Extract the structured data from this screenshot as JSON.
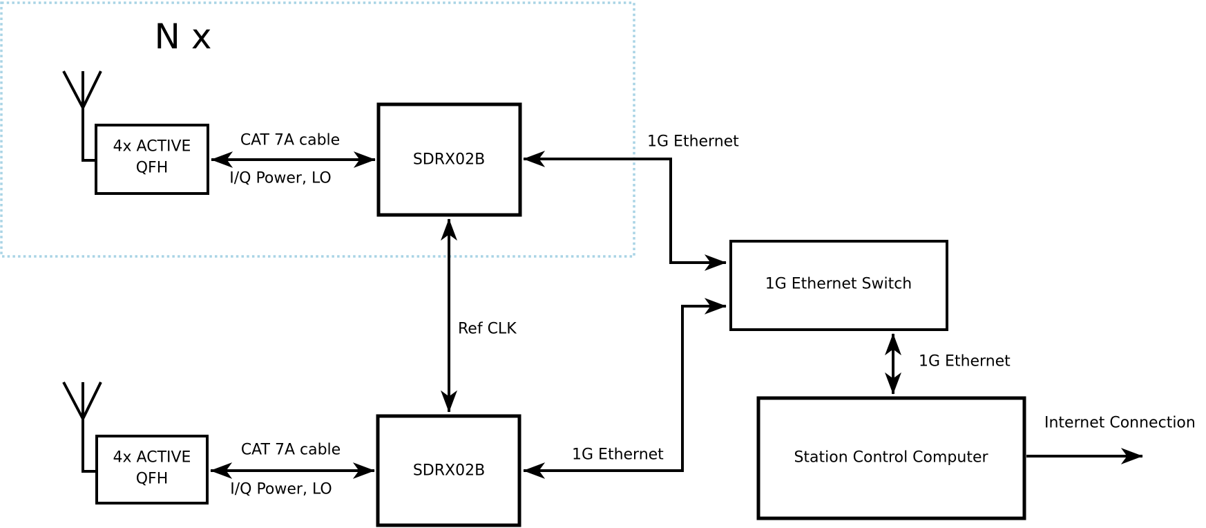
{
  "diagram": {
    "colors": {
      "group_border": "#a9d4e5",
      "group_label": "#b4daea",
      "line": "#000000",
      "background": "#ffffff"
    },
    "group": {
      "label": "N x"
    },
    "nodes": {
      "qfh_top": {
        "line1": "4x ACTIVE",
        "line2": "QFH"
      },
      "sdrx_top": {
        "label": "SDRX02B"
      },
      "qfh_bottom": {
        "line1": "4x ACTIVE",
        "line2": "QFH"
      },
      "sdrx_bottom": {
        "label": "SDRX02B"
      },
      "ethernet_switch": {
        "label": "1G Ethernet Switch"
      },
      "station_computer": {
        "label": "Station Control Computer"
      }
    },
    "edges": {
      "cat7a_top": {
        "above": "CAT 7A cable",
        "below": "I/Q Power, LO"
      },
      "cat7a_bottom": {
        "above": "CAT 7A cable",
        "below": "I/Q Power, LO"
      },
      "eth_top": {
        "label": "1G Ethernet"
      },
      "eth_bottom": {
        "label": "1G Ethernet"
      },
      "ref_clk": {
        "label": "Ref CLK"
      },
      "eth_switch_station": {
        "label": "1G Ethernet"
      },
      "internet": {
        "label": "Internet Connection"
      }
    }
  }
}
